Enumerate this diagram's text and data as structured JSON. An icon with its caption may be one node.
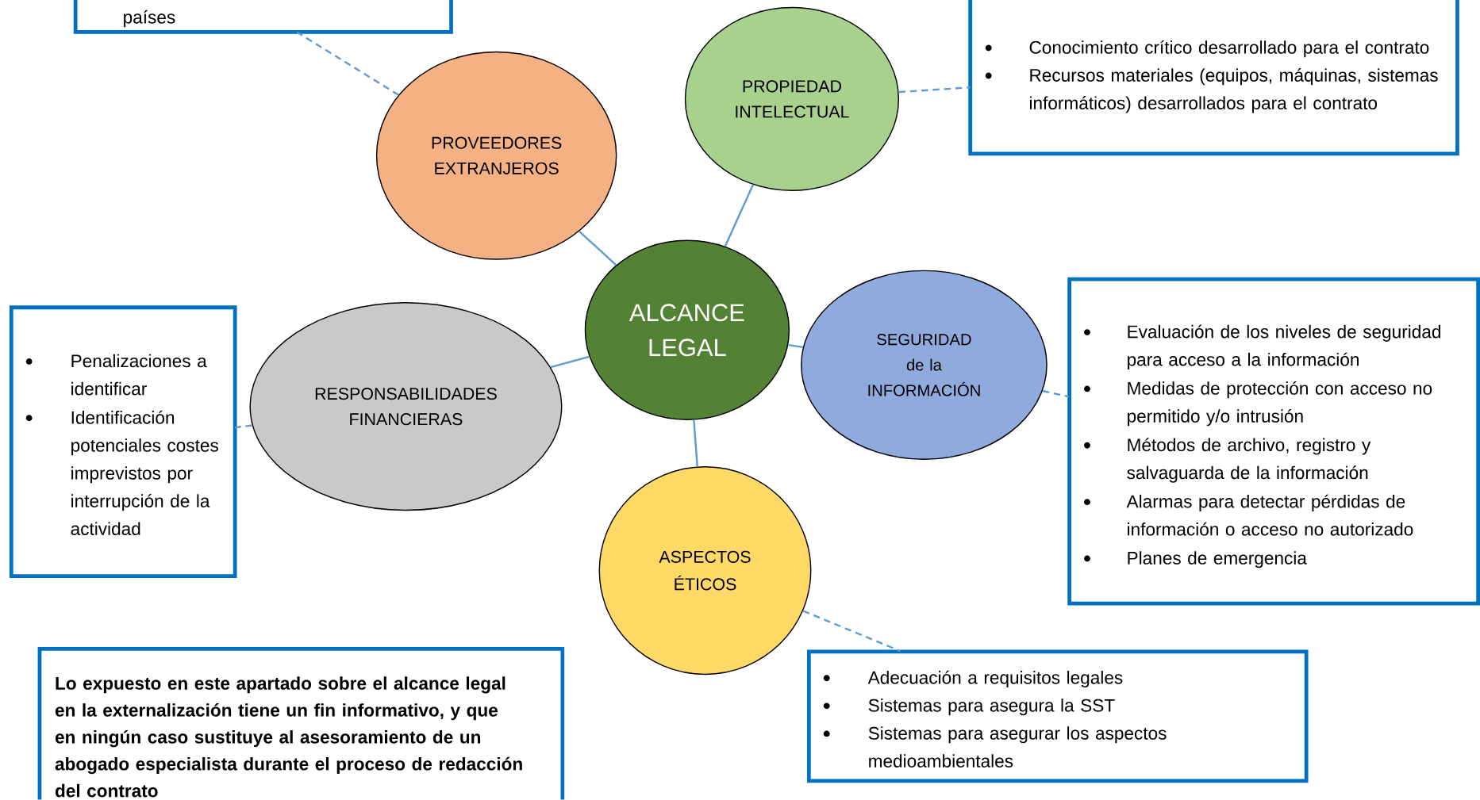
{
  "diagram": {
    "nodes": [
      {
        "text": [
          "ALCANCE LEGAL"
        ]
      },
      {
        "text": [
          "PROVEEDORES EXTRANJEROS"
        ]
      },
      {
        "text": [
          "PROPIEDAD INTELECTUAL"
        ]
      },
      {
        "text": [
          "SEGURIDAD de la INFORMACIÓN"
        ]
      },
      {
        "text": [
          "ASPECTOS ÉTICOS"
        ]
      },
      {
        "text": [
          "RESPONSABILIDADES FINANCIERAS"
        ]
      },
      {
        "text": [
          "países"
        ]
      },
      {
        "text": [
          "Conocimiento crítico desarrollado para el contrato",
          "Recursos materiales (equipos, máquinas, sistemas informáticos) desarrollados para el contrato"
        ]
      },
      {
        "text": [
          "Penalizaciones a identificar",
          "Identificación potenciales costes imprevistos por interrupción de la actividad"
        ]
      },
      {
        "text": [
          "Evaluación de los niveles de seguridad para acceso a la información",
          "Medidas de protección con acceso no permitido y/o intrusión",
          "Métodos de archivo, registro y salvaguarda de la información",
          "Alarmas para detectar pérdidas de información o acceso no autorizado",
          "Planes de emergencia"
        ]
      },
      {
        "text": [
          "Adecuación a requisitos legales",
          "Sistemas para asegura la SST",
          "Sistemas para asegurar los aspectos medioambientales"
        ]
      },
      {
        "text": [
          "Lo expuesto en este apartado sobre el alcance legal en la externalización tiene un fin informativo, y que en ningún caso sustituye al asesoramiento de un abogado especialista durante el proceso de redacción del contrato"
        ]
      }
    ],
    "edges": [
      {
        "from": 0,
        "to": 1,
        "arrow": "none"
      },
      {
        "from": 0,
        "to": 2,
        "arrow": "none"
      },
      {
        "from": 0,
        "to": 3,
        "arrow": "none"
      },
      {
        "from": 0,
        "to": 4,
        "arrow": "none"
      },
      {
        "from": 0,
        "to": 5,
        "arrow": "none"
      },
      {
        "from": 1,
        "to": 6,
        "arrow": "none",
        "style": "dashed"
      },
      {
        "from": 2,
        "to": 7,
        "arrow": "none",
        "style": "dashed"
      },
      {
        "from": 3,
        "to": 9,
        "arrow": "none",
        "style": "dashed"
      },
      {
        "from": 4,
        "to": 10,
        "arrow": "none",
        "style": "dashed"
      },
      {
        "from": 5,
        "to": 8,
        "arrow": "none",
        "style": "dashed"
      }
    ]
  }
}
